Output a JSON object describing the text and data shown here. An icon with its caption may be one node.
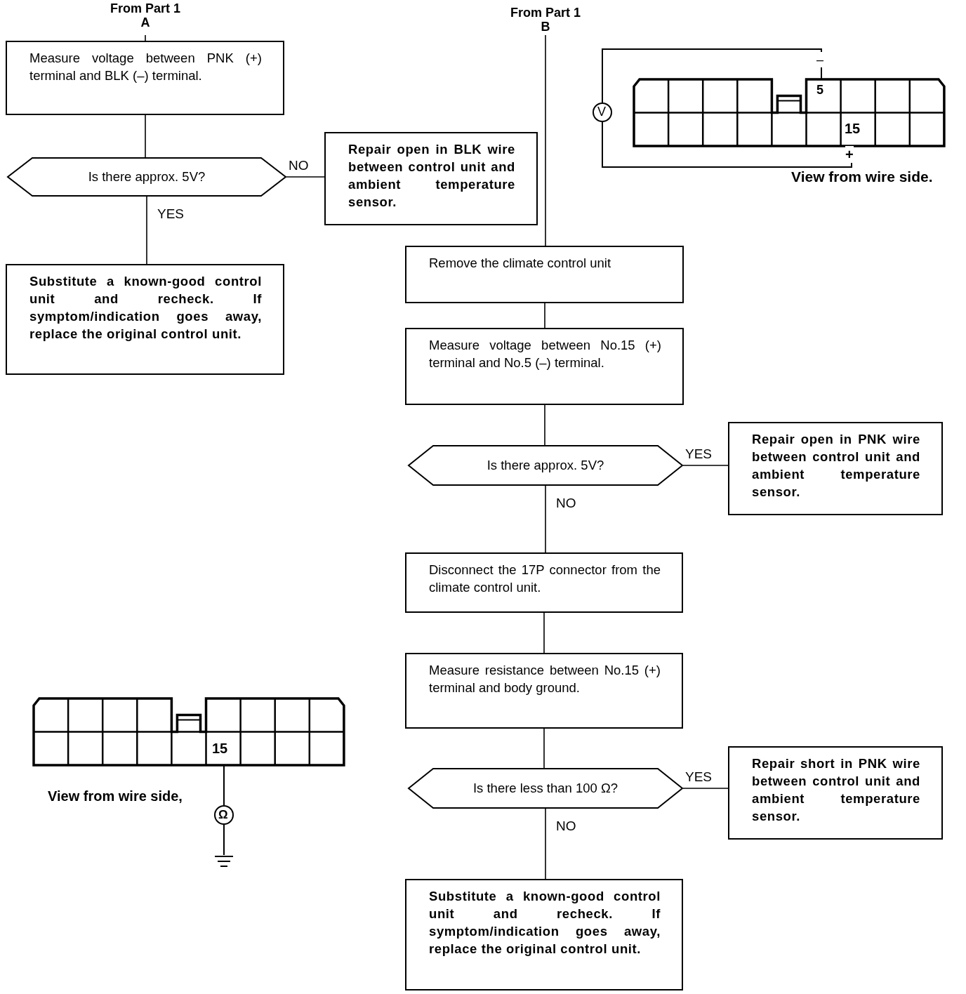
{
  "diagram": {
    "nodes": [
      {
        "text": [
          "From Part 1",
          "A"
        ]
      },
      {
        "text": [
          "Measure voltage between PNK (+) terminal and BLK (–) terminal."
        ]
      },
      {
        "text": [
          "Is there approx. 5V?"
        ]
      },
      {
        "text": [
          "Repair open in BLK wire between control unit and ambient temperature sensor."
        ]
      },
      {
        "text": [
          "Substitute a known-good control unit and recheck. If symptom/indication goes away, replace the original control unit."
        ]
      },
      {
        "text": [
          "From Part 1",
          "B"
        ]
      },
      {
        "text": [
          "Remove the climate control unit"
        ]
      },
      {
        "text": [
          "Measure voltage between No.15 (+) terminal and No.5 (–) terminal."
        ]
      },
      {
        "text": [
          "Is there approx. 5V?"
        ]
      },
      {
        "text": [
          "Repair open in PNK wire between control unit and ambient temperature sensor."
        ]
      },
      {
        "text": [
          "Disconnect the 17P connector from the climate control unit."
        ]
      },
      {
        "text": [
          "Measure resistance between No.15 (+) terminal and body ground."
        ]
      },
      {
        "text": [
          "Is there less than 100 Ω?"
        ]
      },
      {
        "text": [
          "Repair short in PNK wire between control unit and ambient temperature sensor."
        ]
      },
      {
        "text": [
          "Substitute a known-good control unit and recheck. If symptom/indication goes away, replace the original control unit."
        ]
      }
    ],
    "edges": [
      {
        "from": 0,
        "to": 1,
        "arrow": "none"
      },
      {
        "from": 1,
        "to": 2,
        "arrow": "none"
      },
      {
        "from": 2,
        "to": 3,
        "arrow": "none",
        "label": "NO"
      },
      {
        "from": 2,
        "to": 4,
        "arrow": "none",
        "label": "YES"
      },
      {
        "from": 5,
        "to": 6,
        "arrow": "none"
      },
      {
        "from": 6,
        "to": 7,
        "arrow": "none"
      },
      {
        "from": 7,
        "to": 8,
        "arrow": "none"
      },
      {
        "from": 8,
        "to": 9,
        "arrow": "none",
        "label": "YES"
      },
      {
        "from": 8,
        "to": 10,
        "arrow": "none",
        "label": "NO"
      },
      {
        "from": 10,
        "to": 11,
        "arrow": "none"
      },
      {
        "from": 11,
        "to": 12,
        "arrow": "none"
      },
      {
        "from": 12,
        "to": 13,
        "arrow": "none",
        "label": "YES"
      },
      {
        "from": 12,
        "to": 14,
        "arrow": "none",
        "label": "NO"
      }
    ],
    "labels": [
      "–",
      "5",
      "V",
      "15",
      "+",
      "View from wire side.",
      "15",
      "View from wire side,",
      "Ω"
    ]
  }
}
